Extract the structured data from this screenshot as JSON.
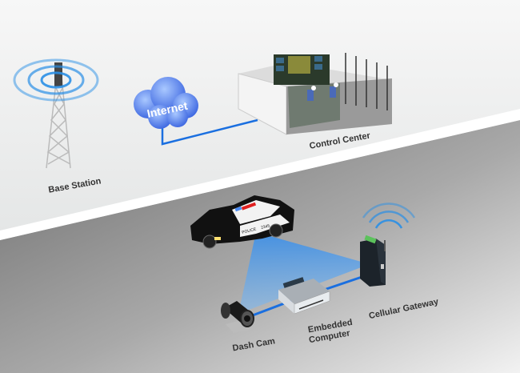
{
  "labels": {
    "base_station": "Base Station",
    "internet": "Internet",
    "control_center": "Control Center",
    "dash_cam": "Dash Cam",
    "embedded_computer_line1": "Embedded",
    "embedded_computer_line2": "Computer",
    "cellular_gateway": "Cellular Gateway"
  },
  "car": {
    "text": "POLICE",
    "number": "2345"
  },
  "colors": {
    "link": "#1a6fe0",
    "wave": "#2a8fe6",
    "cone": "#3a8ee8",
    "cloud": "#5a8cf0"
  }
}
